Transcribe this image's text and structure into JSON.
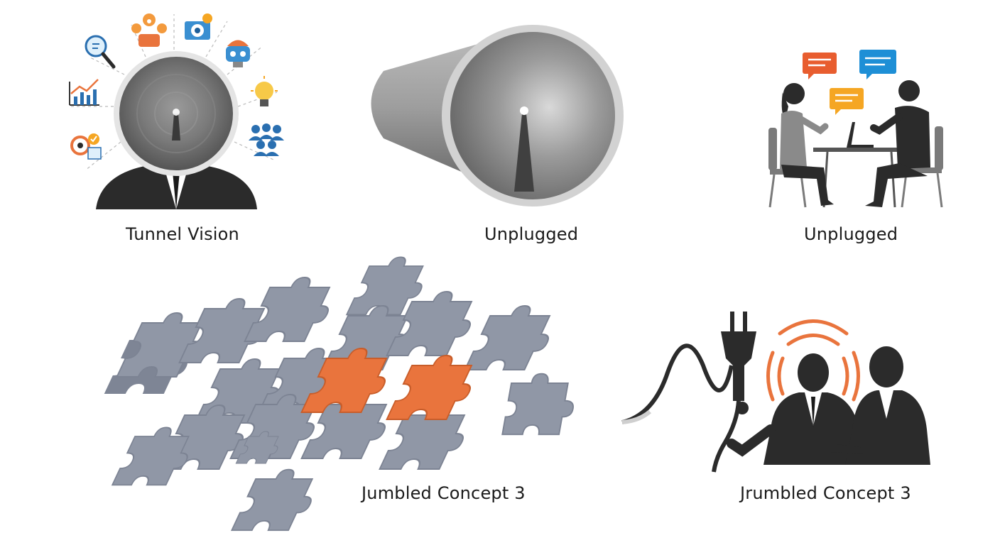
{
  "panels": [
    {
      "id": "tunnel-vision",
      "caption": "Tunnel Vision"
    },
    {
      "id": "unplugged-tube",
      "caption": "Unplugged"
    },
    {
      "id": "unplugged-meeting",
      "caption": "Unplugged"
    },
    {
      "id": "jumbled-puzzle",
      "caption": "Jumbled Concept 3"
    },
    {
      "id": "plug-conversation",
      "caption": "Jrumbled Concept 3"
    }
  ],
  "colors": {
    "dark": "#2b2b2b",
    "puzzle_gray": "#9097a6",
    "puzzle_orange": "#e9743d",
    "signal_orange": "#e9743d",
    "bubble_orange": "#e85d2f",
    "bubble_blue": "#1e8fd6",
    "bubble_yellow": "#f5a623",
    "chair_gray": "#7a7a7a"
  },
  "icons": [
    "magnifier-icon",
    "people-alert-icon",
    "eye-dial-icon",
    "robot-icon",
    "lightbulb-icon",
    "audience-icon",
    "growth-chart-icon",
    "target-check-icon"
  ]
}
